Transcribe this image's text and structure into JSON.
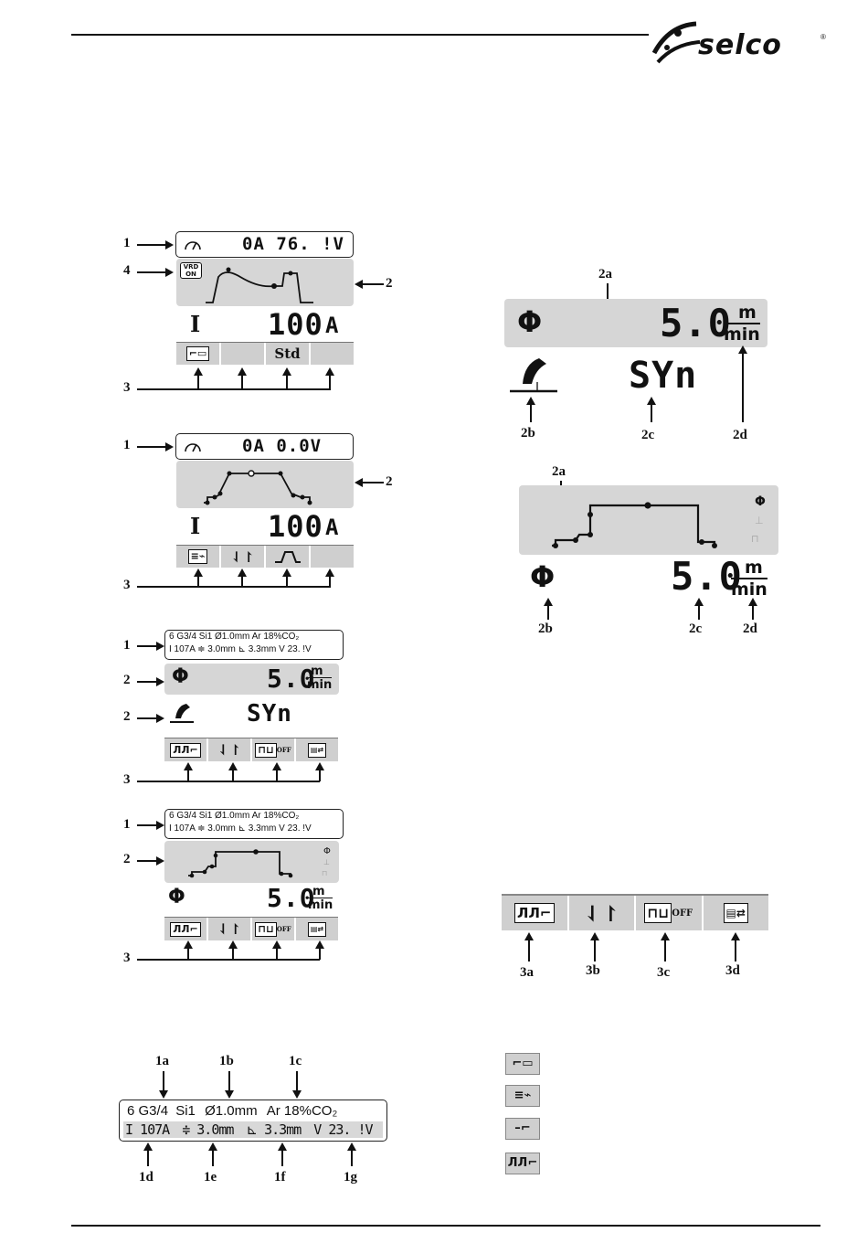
{
  "brand": {
    "name": "selco",
    "registered": "®"
  },
  "callouts": {
    "n1": "1",
    "n2": "2",
    "n3": "3",
    "n4": "4"
  },
  "fig1": {
    "readout": "0A 76. !V",
    "vrd": "VRD ON",
    "param_symbol": "I",
    "param_value": "100",
    "param_unit": "A",
    "tab3": "Std"
  },
  "fig2": {
    "readout": "0A 0.0V",
    "param_symbol": "I",
    "param_value": "100",
    "param_unit": "A"
  },
  "info_bar": {
    "line1": "6 G3/4 Si1 Ø1.0mm Ar 18%CO₂",
    "line2": "I 107A ≑ 3.0mm ⊾ 3.3mm V 23. !V"
  },
  "fig3": {
    "value": "5.0",
    "unit_top": "m",
    "unit_bottom": "min",
    "mode": "SYn"
  },
  "fig4": {
    "value": "5.0",
    "unit_top": "m",
    "unit_bottom": "min"
  },
  "detail_info": {
    "labels_top": [
      "1a",
      "1b",
      "1c"
    ],
    "labels_bottom": [
      "1d",
      "1e",
      "1f",
      "1g"
    ],
    "line1": {
      "program": "6",
      "wire": "G3/4",
      "type": "Si1",
      "diameter": "Ø1.0mm",
      "gas": "Ar 18%CO₂"
    },
    "line2": {
      "current": "I 107A",
      "thickness": "≑ 3.0mm",
      "fillet": "⊾ 3.3mm",
      "voltage": "V 23. !V"
    }
  },
  "right_fig_a": {
    "value": "5.0",
    "unit_top": "m",
    "unit_bottom": "min",
    "mode": "SYn",
    "labels": [
      "2a",
      "2b",
      "2c",
      "2d"
    ]
  },
  "right_fig_b": {
    "value": "5.0",
    "unit_top": "m",
    "unit_bottom": "min",
    "labels": [
      "2a",
      "2b",
      "2c",
      "2d"
    ]
  },
  "tabs_detail": {
    "labels": [
      "3a",
      "3b",
      "3c",
      "3d"
    ],
    "off_text": "OFF"
  },
  "process_icons": [
    "mma-icon",
    "tig-icon",
    "mig-icon",
    "pulsed-mig-icon"
  ]
}
